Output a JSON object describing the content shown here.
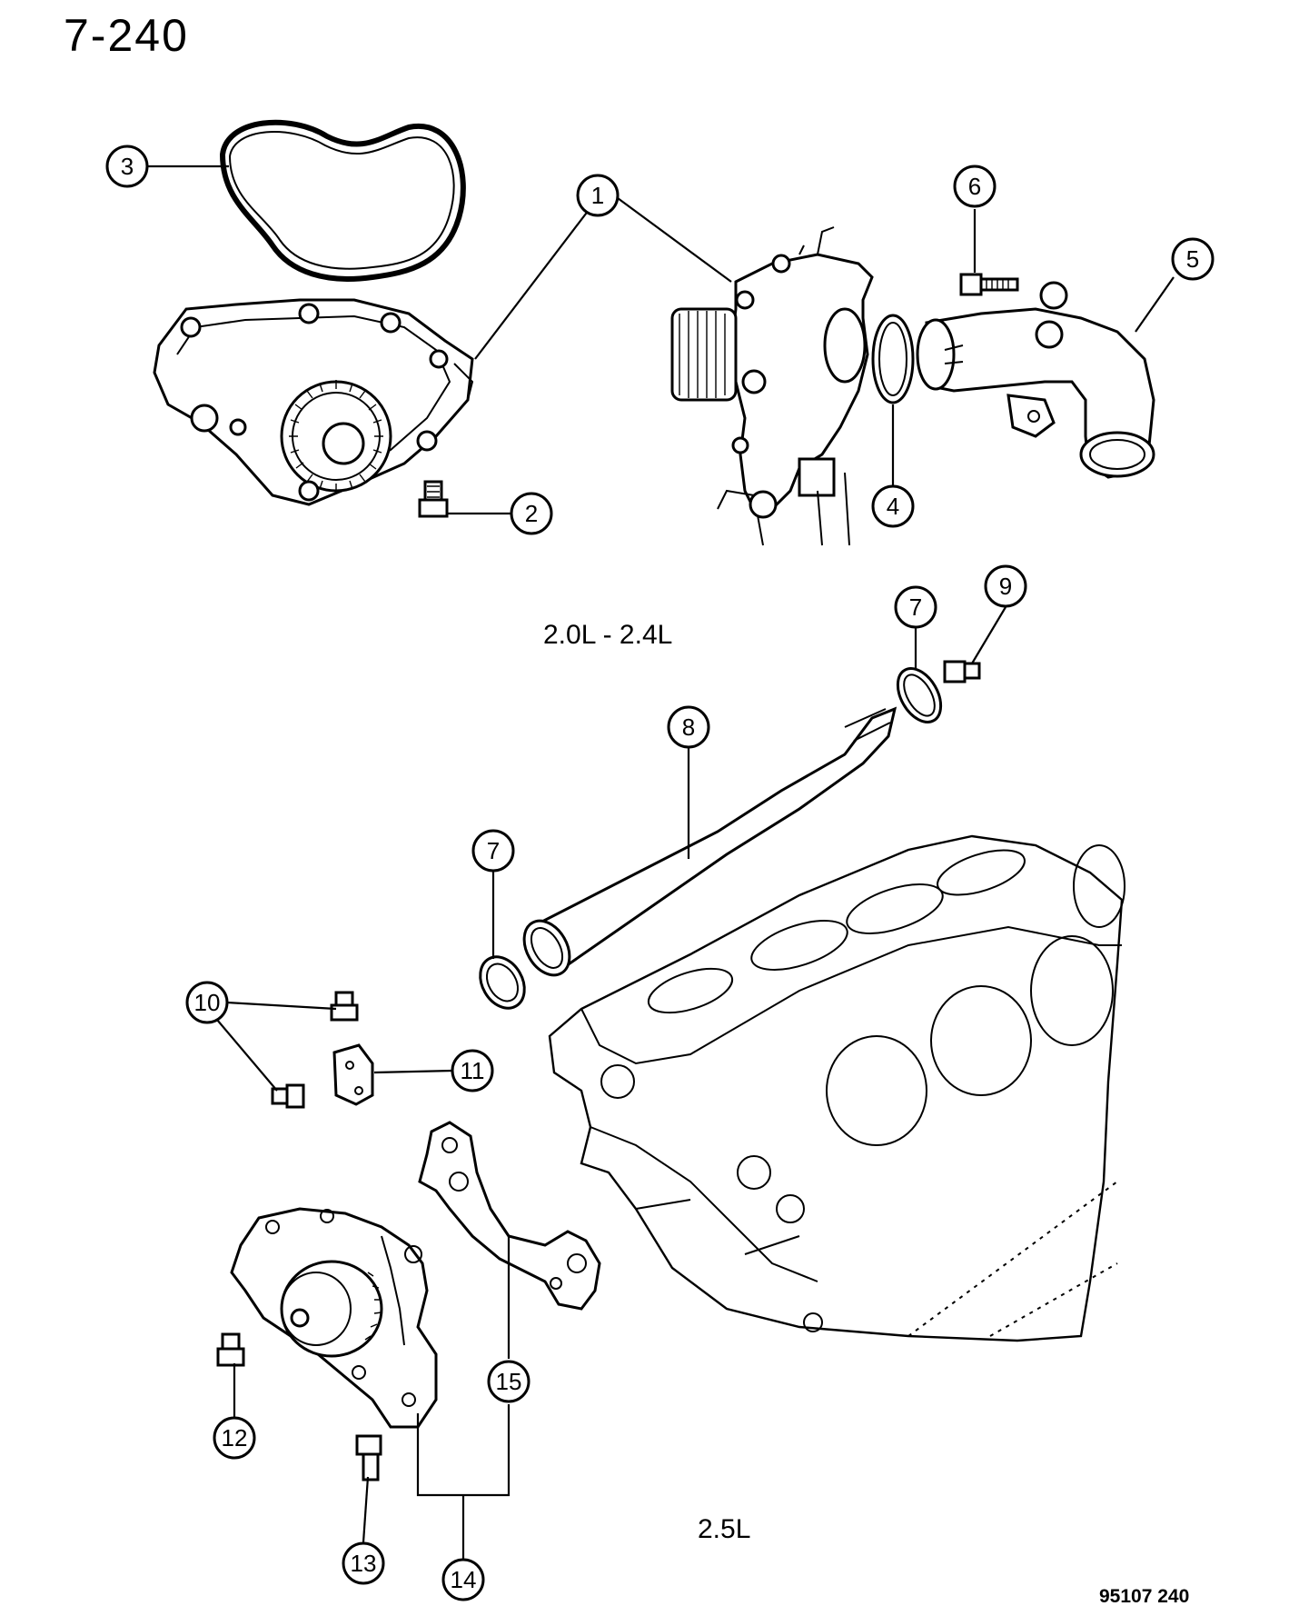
{
  "page_number": "7-240",
  "section_labels": {
    "upper": "2.0L - 2.4L",
    "lower": "2.5L"
  },
  "figure_reference": "95107 240",
  "callouts": {
    "c1": "1",
    "c2": "2",
    "c3": "3",
    "c4": "4",
    "c5": "5",
    "c6": "6",
    "c7a": "7",
    "c7b": "7",
    "c8": "8",
    "c9": "9",
    "c10": "10",
    "c11": "11",
    "c12": "12",
    "c13": "13",
    "c14": "14",
    "c15": "15"
  }
}
